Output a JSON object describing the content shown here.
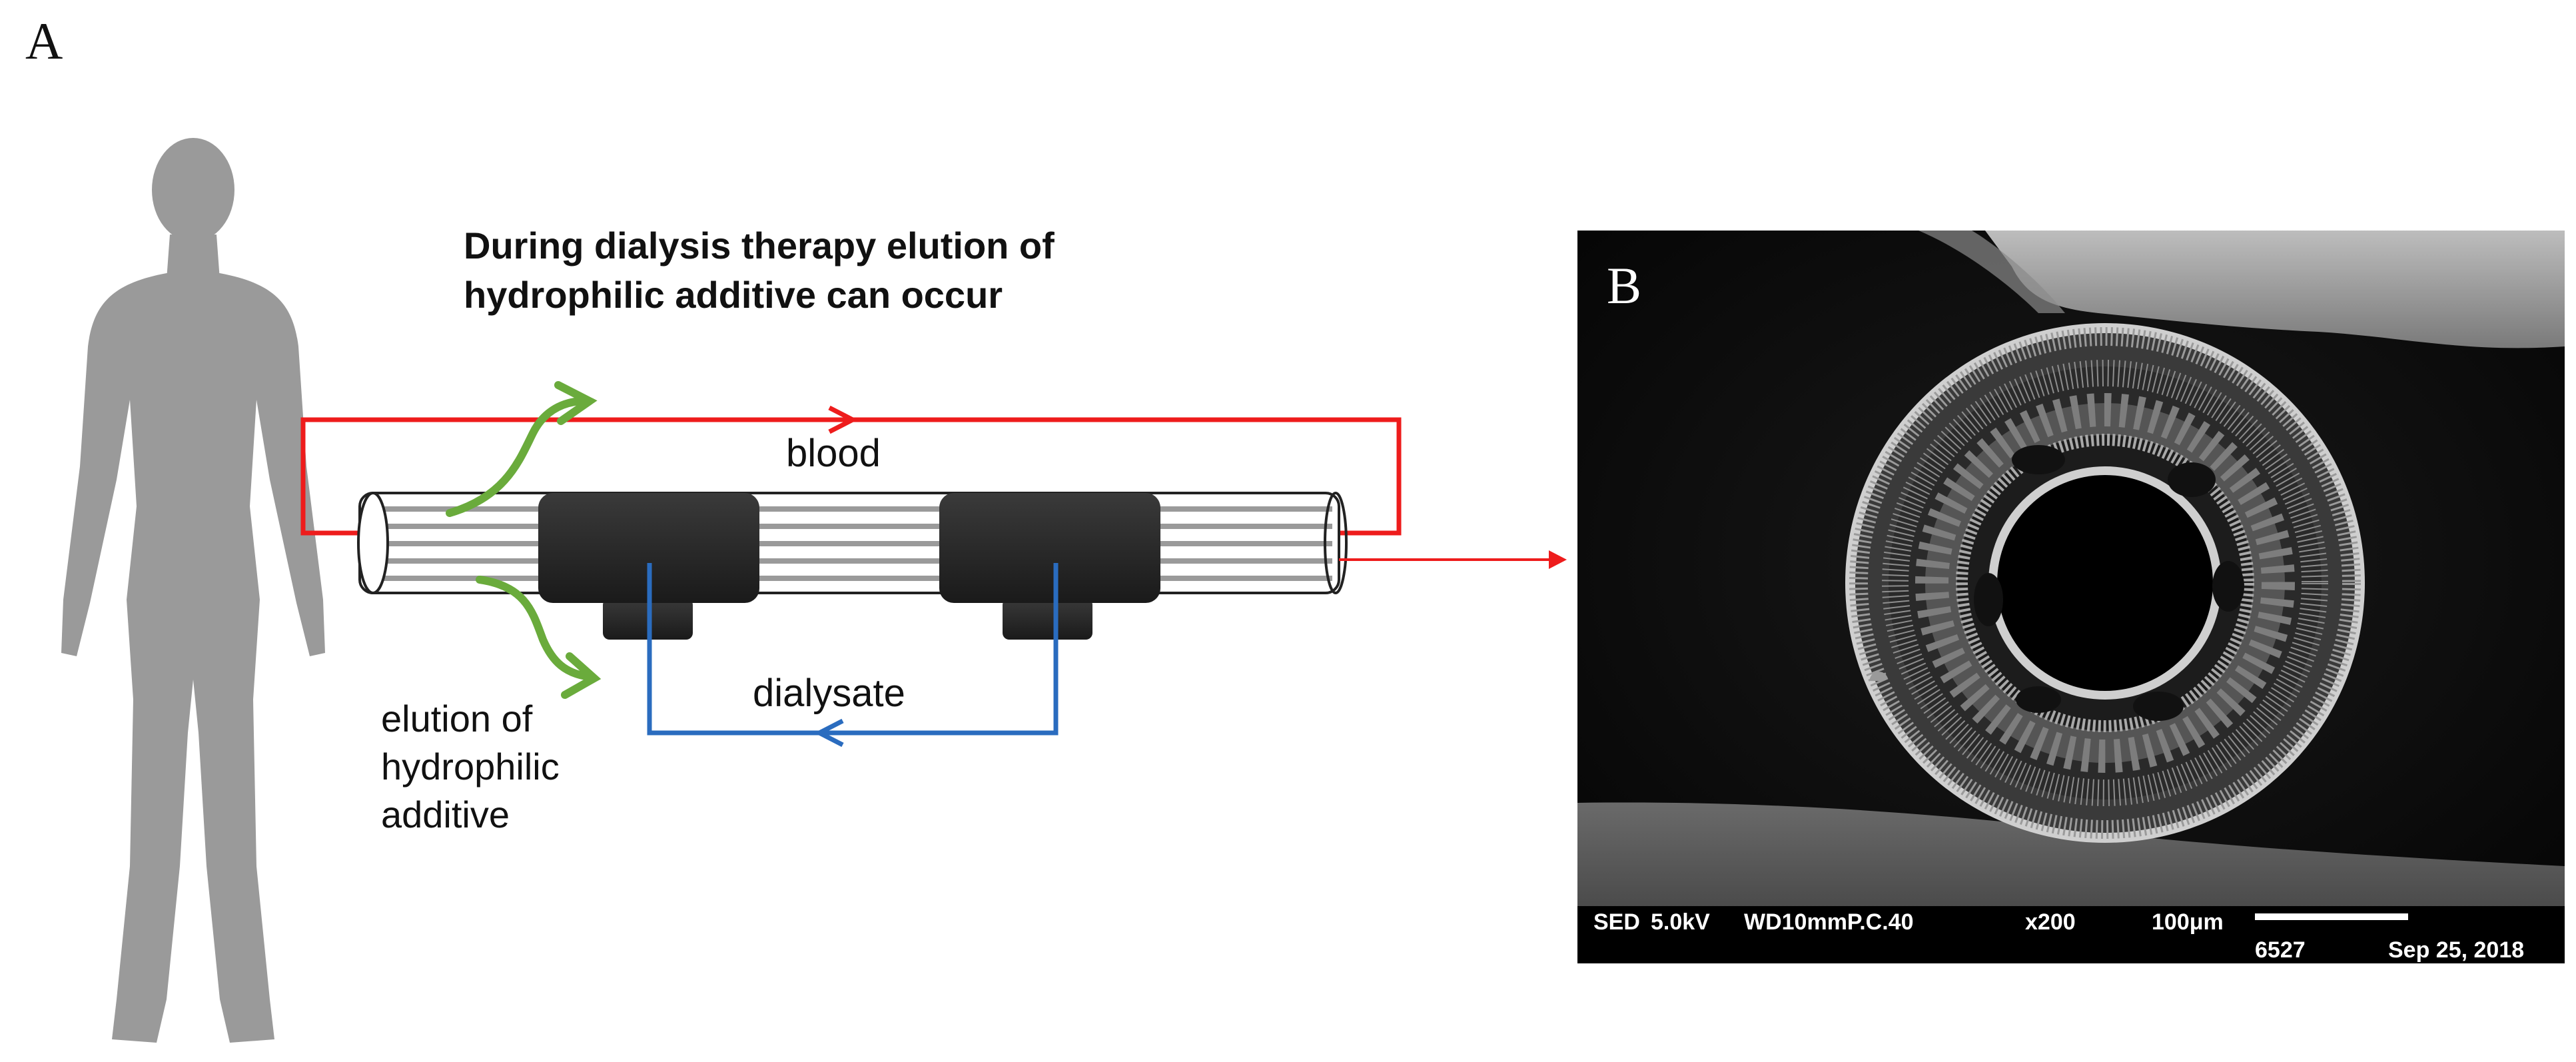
{
  "panel_a": {
    "letter": "A",
    "headline_line1": "During dialysis therapy elution of",
    "headline_line2": "hydrophilic additive can occur",
    "blood_label": "blood",
    "dialysate_label": "dialysate",
    "elution_line1": "elution of",
    "elution_line2": "hydrophilic",
    "elution_line3": "additive"
  },
  "panel_b": {
    "letter": "B",
    "sem_info": {
      "detector": "SED",
      "voltage": "5.0kV",
      "working_distance": "WD10mmP.C.40",
      "magnification": "x200",
      "scale": "100μm",
      "image_number": "6527",
      "date": "Sep 25, 2018"
    }
  },
  "colors": {
    "blood": "#ee1c1c",
    "dialysate": "#2a6cbf",
    "elution_arrow": "#6aab3c",
    "silhouette": "#9a9a9a",
    "housing": "#2a2a2a"
  }
}
